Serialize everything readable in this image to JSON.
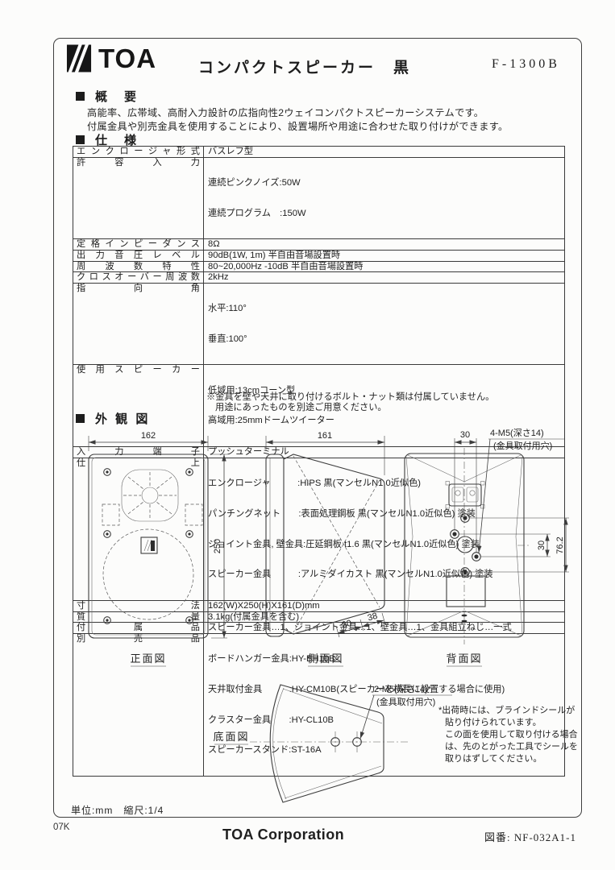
{
  "colors": {
    "ink": "#242424",
    "paper": "#fcfcfb"
  },
  "header": {
    "logo_text": "TOA",
    "title": "コンパクトスピーカー　黒",
    "model": "F-1300B"
  },
  "sections": {
    "overview": {
      "heading": "概　要",
      "lines": [
        "高能率、広帯域、高耐入力設計の広指向性2ウェイコンパクトスピーカーシステムです。",
        "付属金具や別売金具を使用することにより、設置場所や用途に合わせた取り付けができます。"
      ]
    },
    "specs": {
      "heading": "仕　様",
      "rows": [
        {
          "label": "エンクロージャ形式",
          "lines": [
            "バスレフ型"
          ]
        },
        {
          "label": "許容入力",
          "lines": [
            "連続ピンクノイズ:50W",
            "連続プログラム　:150W"
          ]
        },
        {
          "label": "定格インピーダンス",
          "lines": [
            "8Ω"
          ]
        },
        {
          "label": "出力音圧レベル",
          "lines": [
            "90dB(1W, 1m) 半自由音場設置時"
          ]
        },
        {
          "label": "周波数特性",
          "lines": [
            "80~20,000Hz -10dB 半自由音場設置時"
          ]
        },
        {
          "label": "クロスオーバー周波数",
          "lines": [
            "2kHz"
          ]
        },
        {
          "label": "指向角",
          "lines": [
            "水平:110°",
            "垂直:100°"
          ]
        },
        {
          "label": "使用スピーカー",
          "lines": [
            "低域用:13cmコーン型",
            "高域用:25mmドームツイーター"
          ]
        },
        {
          "label": "入力端子",
          "lines": [
            "プッシュターミナル"
          ]
        },
        {
          "label": "仕上",
          "lines": [
            "エンクロージャ　　　:HIPS 黒(マンセルN1.0近似色)",
            "パンチングネット　　:表面処理鋼板 黒(マンセルN1.0近似色) 塗装",
            "ジョイント金具, 壁金具:圧延鋼板 t1.6 黒(マンセルN1.0近似色) 塗装",
            "スピーカー金具　　　:アルミダイカスト 黒(マンセルN1.0近似色) 塗装"
          ]
        },
        {
          "label": "寸法",
          "lines": [
            "162(W)X250(H)X161(D)mm"
          ]
        },
        {
          "label": "質量",
          "lines": [
            "3.1kg(付属金具を含む)"
          ]
        },
        {
          "label": "付属品",
          "lines": [
            "スピーカー金具…1、ジョイント金具…1、壁金具…1、金具組立ねじ…一式"
          ]
        },
        {
          "label": "別売品",
          "lines": [
            "ボードハンガー金具:HY-BH10B",
            "天井取付金具　　　:HY-CM10B(スピーカーを横長に設置する場合に使用)",
            "クラスター金具　　:HY-CL10B",
            "スピーカースタンド:ST-16A"
          ]
        }
      ],
      "note_lines": [
        "※金具を壁や天井に取り付けるボルト・ナット類は付属していません。",
        "用途にあったものを別途ご用意ください。"
      ]
    }
  },
  "drawings": {
    "heading": "外 観 図",
    "front": {
      "label": "正面図",
      "dim_width": "162",
      "dim_height": "250"
    },
    "side": {
      "label": "側面図",
      "dim_depth": "161",
      "dim_a": "30",
      "dim_b": "38"
    },
    "rear": {
      "label": "背面図",
      "dim_top": "30",
      "dim_right_a": "30",
      "dim_right_b": "76.2",
      "hole_label": "4-M5(深さ14)",
      "hole_sublabel": "(金具取付用穴)"
    },
    "bottom": {
      "label": "底面図",
      "hole_label": "2-M5(深さ14)*",
      "hole_sublabel": "(金具取付用穴)",
      "note_lines": [
        "*出荷時には、ブラインドシールが",
        "貼り付けられています。",
        "この面を使用して取り付ける場合",
        "は、先のとがった工具でシールを",
        "取りはずしてください。"
      ]
    },
    "unit_note": "単位:mm　縮尺:1/4"
  },
  "footer": {
    "code": "07K",
    "company": "TOA Corporation",
    "doc_number": "図番: NF-032A1-1"
  }
}
